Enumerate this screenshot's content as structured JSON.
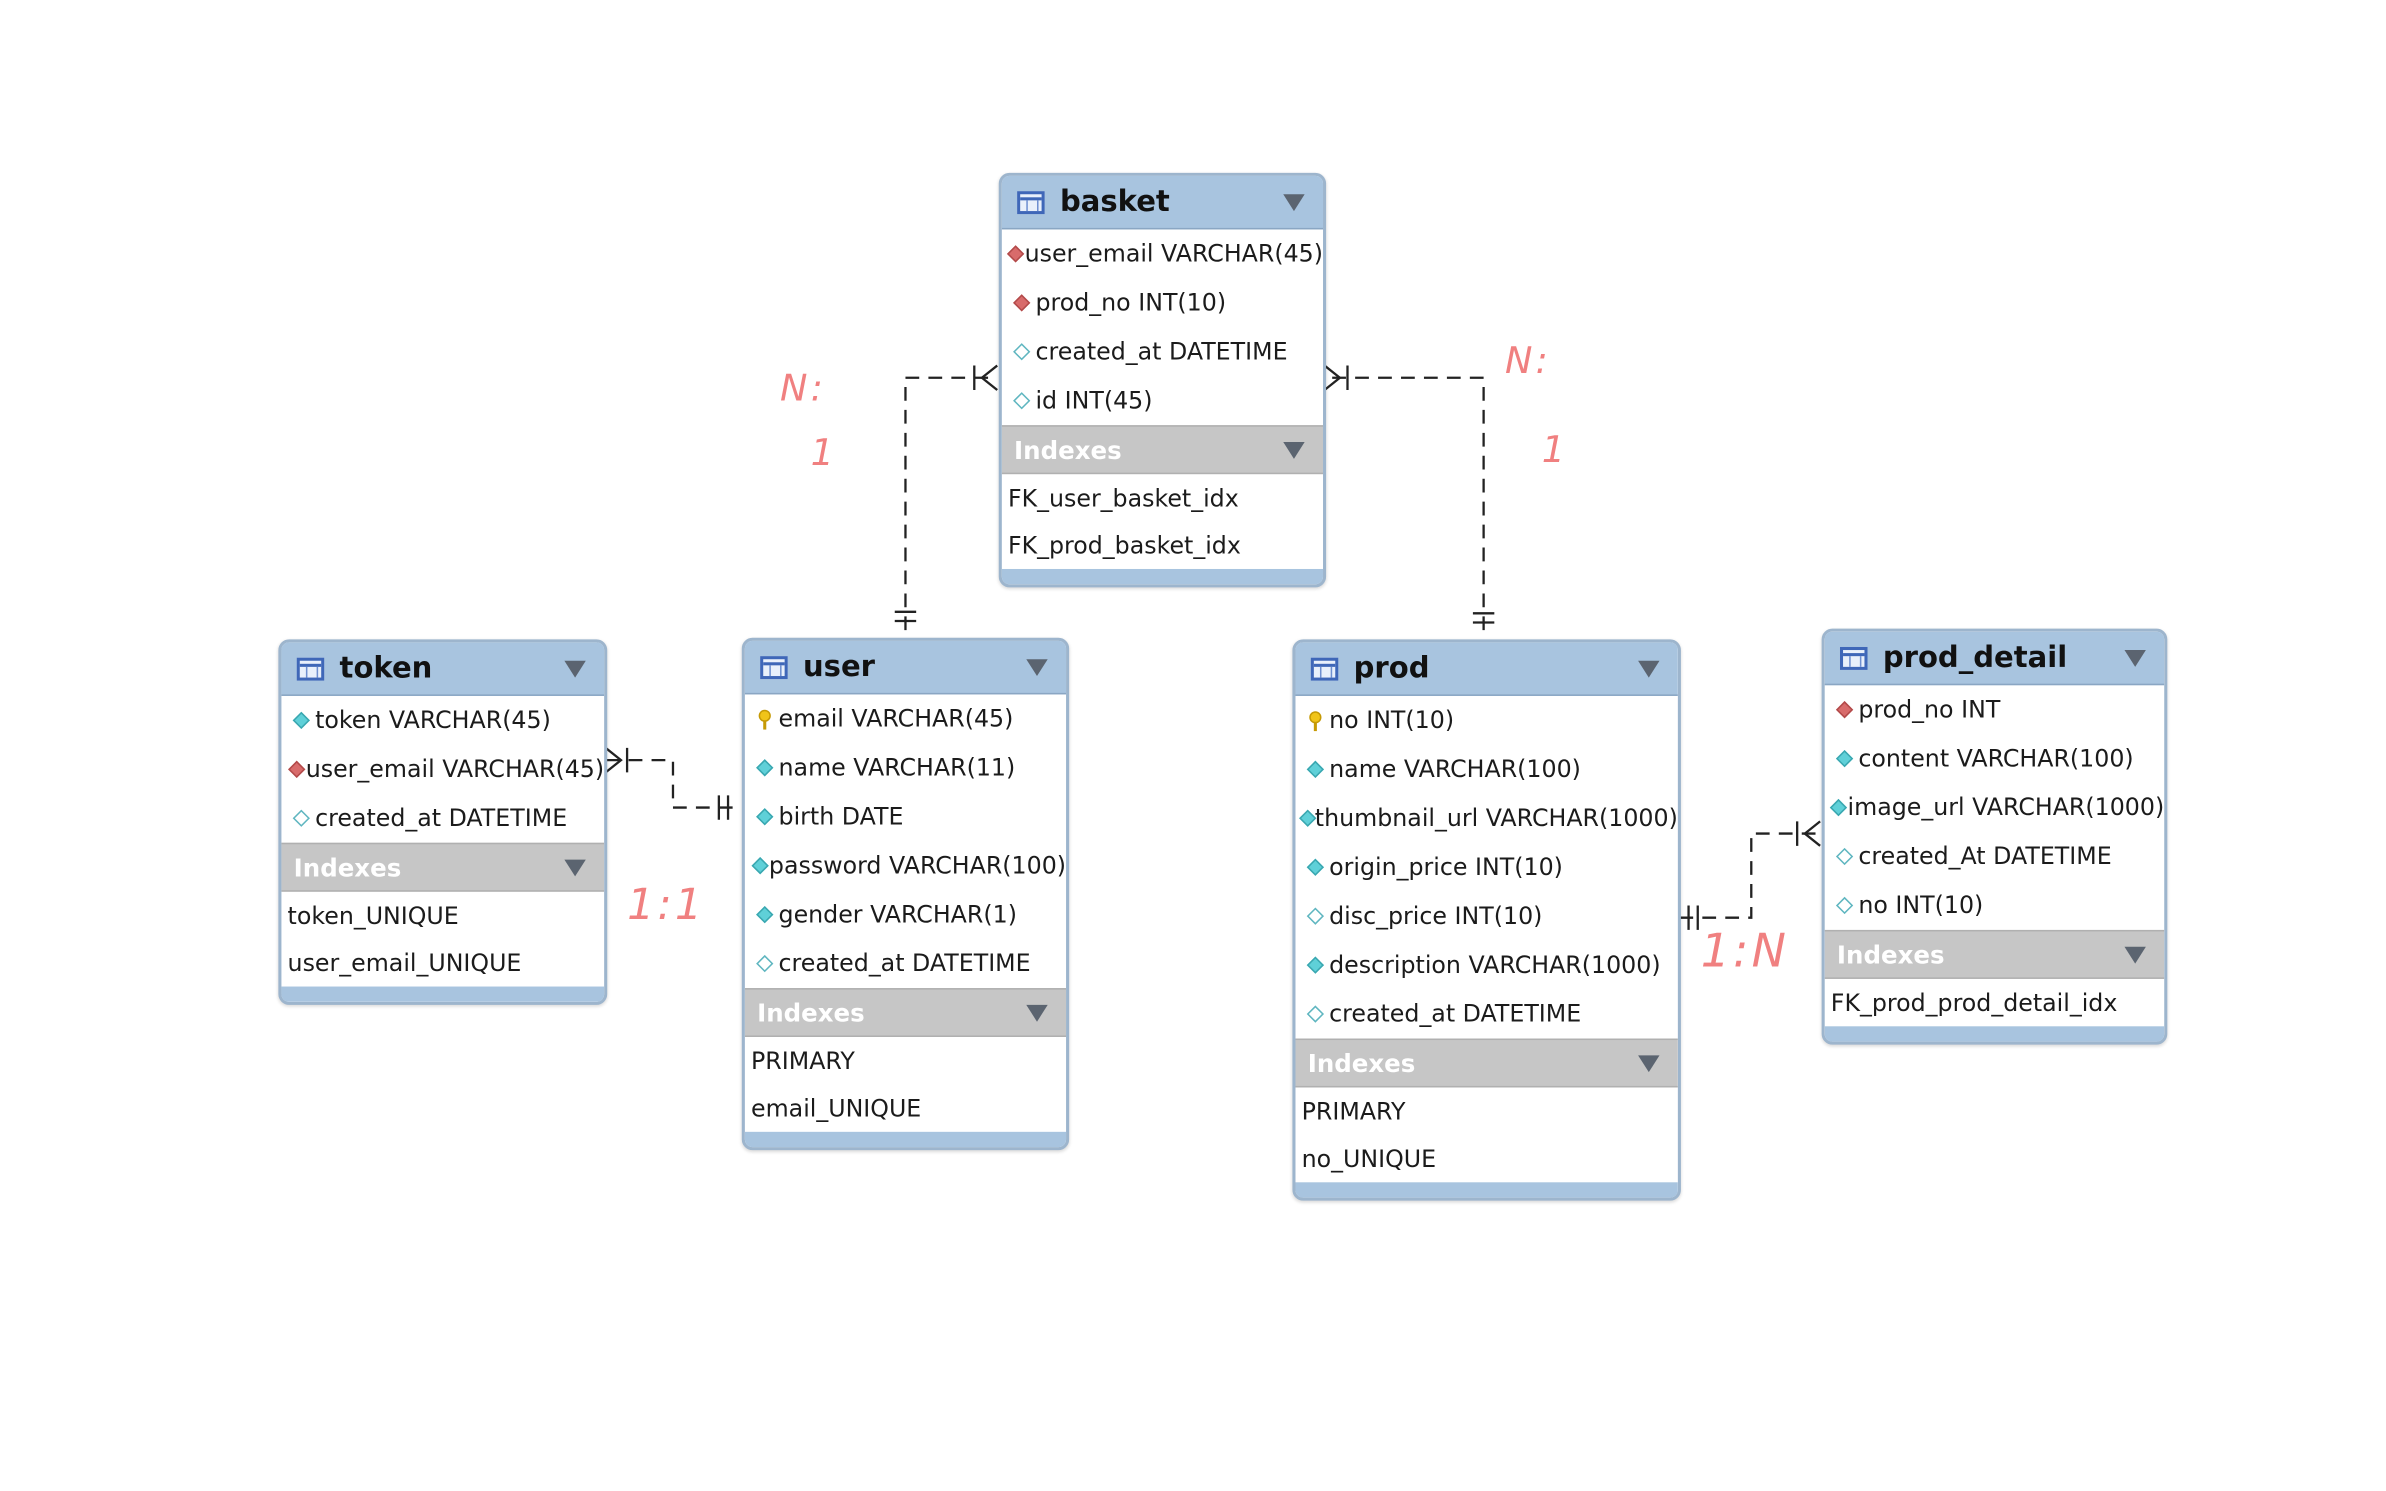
{
  "entities": {
    "basket": {
      "name": "basket",
      "columns": [
        {
          "icon": "fk-diamond-icon",
          "text": "user_email VARCHAR(45)"
        },
        {
          "icon": "fk-diamond-icon",
          "text": "prod_no INT(10)"
        },
        {
          "icon": "nullable-diamond-icon",
          "text": "created_at DATETIME"
        },
        {
          "icon": "nullable-diamond-icon",
          "text": "id INT(45)"
        }
      ],
      "indexes_label": "Indexes",
      "indexes": [
        "FK_user_basket_idx",
        "FK_prod_basket_idx"
      ]
    },
    "token": {
      "name": "token",
      "columns": [
        {
          "icon": "not-null-diamond-icon",
          "text": "token VARCHAR(45)"
        },
        {
          "icon": "fk-diamond-icon",
          "text": "user_email VARCHAR(45)"
        },
        {
          "icon": "nullable-diamond-icon",
          "text": "created_at DATETIME"
        }
      ],
      "indexes_label": "Indexes",
      "indexes": [
        "token_UNIQUE",
        "user_email_UNIQUE"
      ]
    },
    "user": {
      "name": "user",
      "columns": [
        {
          "icon": "primary-key-icon",
          "text": "email VARCHAR(45)"
        },
        {
          "icon": "not-null-diamond-icon",
          "text": "name VARCHAR(11)"
        },
        {
          "icon": "not-null-diamond-icon",
          "text": "birth DATE"
        },
        {
          "icon": "not-null-diamond-icon",
          "text": "password VARCHAR(100)"
        },
        {
          "icon": "not-null-diamond-icon",
          "text": "gender VARCHAR(1)"
        },
        {
          "icon": "nullable-diamond-icon",
          "text": "created_at DATETIME"
        }
      ],
      "indexes_label": "Indexes",
      "indexes": [
        "PRIMARY",
        "email_UNIQUE"
      ]
    },
    "prod": {
      "name": "prod",
      "columns": [
        {
          "icon": "primary-key-icon",
          "text": "no INT(10)"
        },
        {
          "icon": "not-null-diamond-icon",
          "text": "name VARCHAR(100)"
        },
        {
          "icon": "not-null-diamond-icon",
          "text": "thumbnail_url VARCHAR(1000)"
        },
        {
          "icon": "not-null-diamond-icon",
          "text": "origin_price INT(10)"
        },
        {
          "icon": "nullable-diamond-icon",
          "text": "disc_price INT(10)"
        },
        {
          "icon": "not-null-diamond-icon",
          "text": "description VARCHAR(1000)"
        },
        {
          "icon": "nullable-diamond-icon",
          "text": "created_at DATETIME"
        }
      ],
      "indexes_label": "Indexes",
      "indexes": [
        "PRIMARY",
        "no_UNIQUE"
      ]
    },
    "prod_detail": {
      "name": "prod_detail",
      "columns": [
        {
          "icon": "fk-diamond-icon",
          "text": "prod_no INT"
        },
        {
          "icon": "not-null-diamond-icon",
          "text": "content VARCHAR(100)"
        },
        {
          "icon": "not-null-diamond-icon",
          "text": "image_url VARCHAR(1000)"
        },
        {
          "icon": "nullable-diamond-icon",
          "text": "created_At DATETIME"
        },
        {
          "icon": "nullable-diamond-icon",
          "text": "no INT(10)"
        }
      ],
      "indexes_label": "Indexes",
      "indexes": [
        "FK_prod_prod_detail_idx"
      ]
    }
  },
  "annotations": {
    "user_basket_top": "N:",
    "user_basket_bottom": "1",
    "prod_basket_top": "N:",
    "prod_basket_bottom": "1",
    "token_user": "1:1",
    "prod_detail": "1:N"
  },
  "colors": {
    "header": "#a8c4df",
    "indexes_header": "#c6c6c6",
    "annotation": "#f08080",
    "relationship_line": "#222222"
  }
}
